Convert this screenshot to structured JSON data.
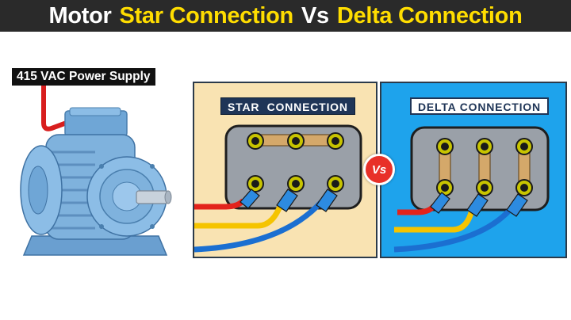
{
  "title": {
    "word1": "Motor",
    "word2": "Star Connection",
    "word3": "Vs",
    "word4": "Delta Connection"
  },
  "supply_label": "415 VAC Power Supply",
  "star": {
    "label": "STAR  CONNECTION"
  },
  "delta": {
    "label": "DELTA CONNECTION"
  },
  "vs_badge": "Vs",
  "colors": {
    "title_bg": "#2a2a2a",
    "title_white": "#ffffff",
    "title_yellow": "#ffdd00",
    "star_panel_bg": "#f9e3b2",
    "delta_panel_bg": "#1ea3ec",
    "terminal_box": "#9aa0a8",
    "link_bar": "#d4a86a",
    "wire_red": "#e3231c",
    "wire_yellow": "#f5c400",
    "wire_blue": "#1b6fd1",
    "terminal_ring": "#c8c400",
    "motor_blue": "#7fb2dd",
    "vs_red": "#e83028"
  },
  "icons": [
    "motor-icon",
    "terminal-icon",
    "lug-icon",
    "vs-icon"
  ]
}
